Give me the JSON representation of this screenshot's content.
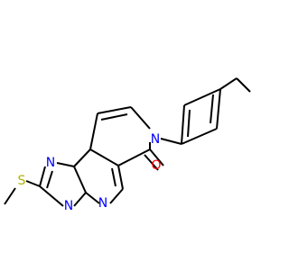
{
  "molecule": {
    "colors": {
      "N": "#0000FF",
      "O": "#FF0000",
      "S": "#B2B200",
      "bond": "#000000"
    },
    "atoms": [
      {
        "id": "C_ethyl_end",
        "element": "C",
        "label": ""
      },
      {
        "id": "C_ethyl_ch2",
        "element": "C",
        "label": ""
      },
      {
        "id": "N_pyridinone",
        "element": "N",
        "label": "N"
      },
      {
        "id": "O_carbonyl",
        "element": "O",
        "label": "O"
      },
      {
        "id": "N_pyrimidine",
        "element": "N",
        "label": "N"
      },
      {
        "id": "N_triazole_top",
        "element": "N",
        "label": "N"
      },
      {
        "id": "N_triazole_bottom",
        "element": "N",
        "label": "N"
      },
      {
        "id": "S_thioether",
        "element": "S",
        "label": "S"
      },
      {
        "id": "C_methyl",
        "element": "C",
        "label": ""
      }
    ]
  }
}
